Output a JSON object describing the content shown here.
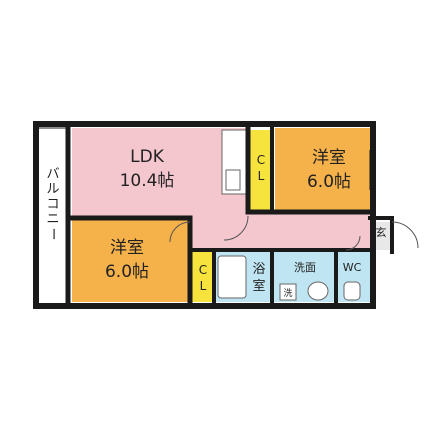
{
  "rooms": {
    "ldk": {
      "name": "LDK",
      "size": "10.4帖",
      "color": "#f4c7cf"
    },
    "western_room_1": {
      "name": "洋室",
      "size": "6.0帖",
      "color": "#f5b14a"
    },
    "western_room_2": {
      "name": "洋室",
      "size": "6.0帖",
      "color": "#f5b14a"
    },
    "closet_1": {
      "c": "C",
      "l": "L",
      "color": "#f6e33d"
    },
    "closet_2": {
      "c": "C",
      "l": "L",
      "color": "#f6e33d"
    },
    "bathroom": {
      "label_top": "浴",
      "label_bottom": "室",
      "color": "#bfe5f2"
    },
    "washroom": {
      "name": "洗面",
      "washer": "洗",
      "color": "#bfe5f2"
    },
    "toilet": {
      "name": "WC",
      "color": "#bfe5f2"
    },
    "entrance": {
      "name": "玄",
      "color": "#e8e8e8"
    }
  },
  "balcony": {
    "label": "バルコニー"
  },
  "colors": {
    "wall": "#1a1a1a",
    "hall": "#f4c7cf"
  }
}
